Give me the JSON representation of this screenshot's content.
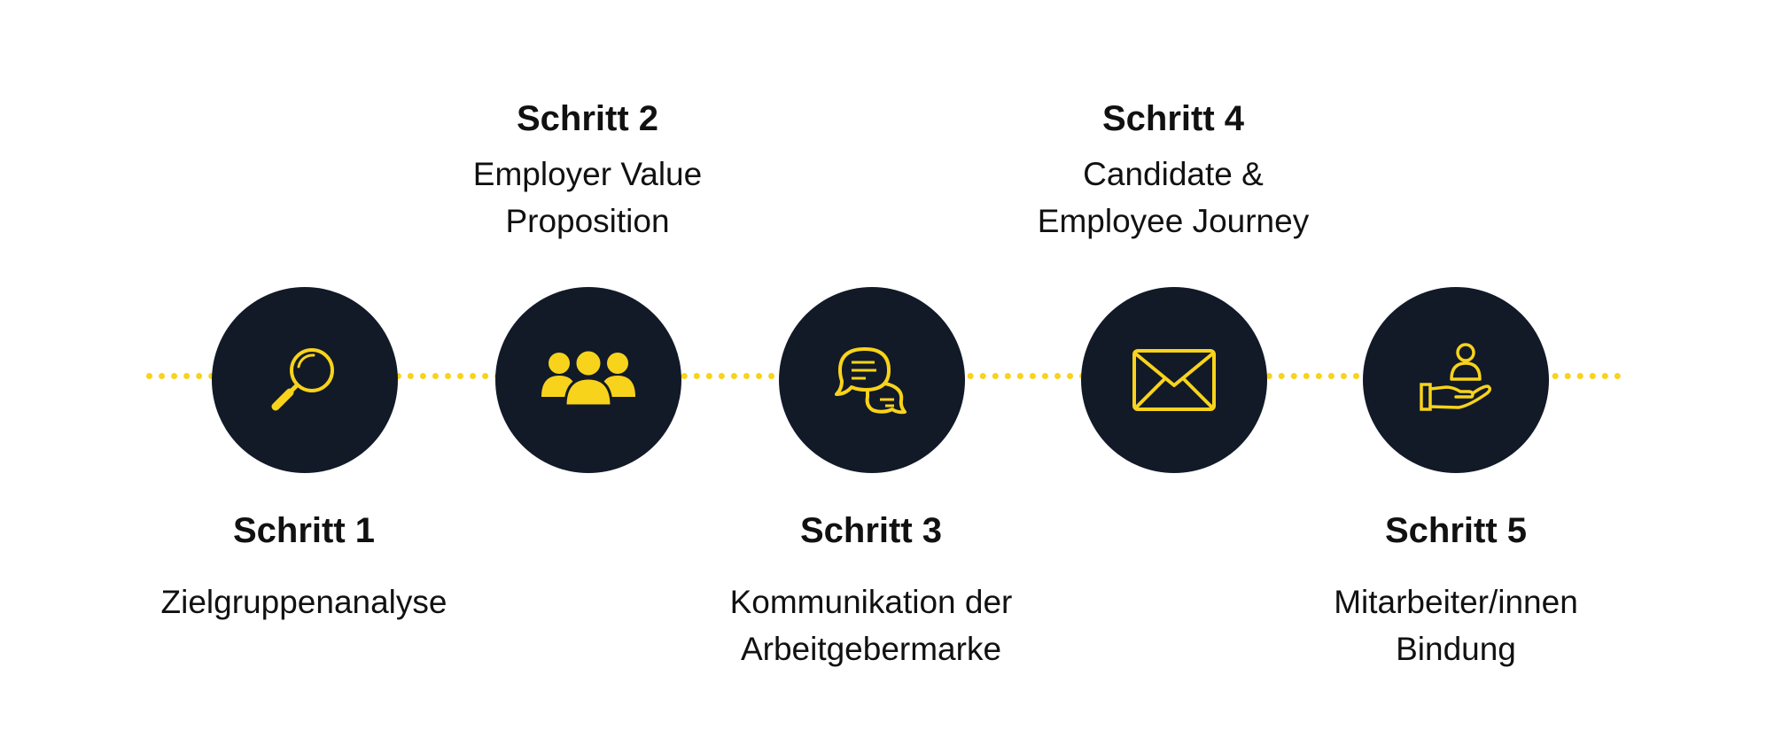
{
  "steps": [
    {
      "title": "Schritt 1",
      "desc": "Zielgruppenanalyse",
      "icon": "magnifying-glass-icon"
    },
    {
      "title": "Schritt 2",
      "desc": "Employer Value\nProposition",
      "icon": "people-group-icon"
    },
    {
      "title": "Schritt 3",
      "desc": "Kommunikation der\nArbeitgebermarke",
      "icon": "chat-bubbles-icon"
    },
    {
      "title": "Schritt 4",
      "desc": "Candidate &\nEmployee Journey",
      "icon": "envelope-icon"
    },
    {
      "title": "Schritt 5",
      "desc": "Mitarbeiter/innen\nBindung",
      "icon": "hand-person-icon"
    }
  ],
  "colors": {
    "accent": "#f8d31b",
    "circle": "#121a28",
    "text": "#111111",
    "background": "#ffffff"
  }
}
